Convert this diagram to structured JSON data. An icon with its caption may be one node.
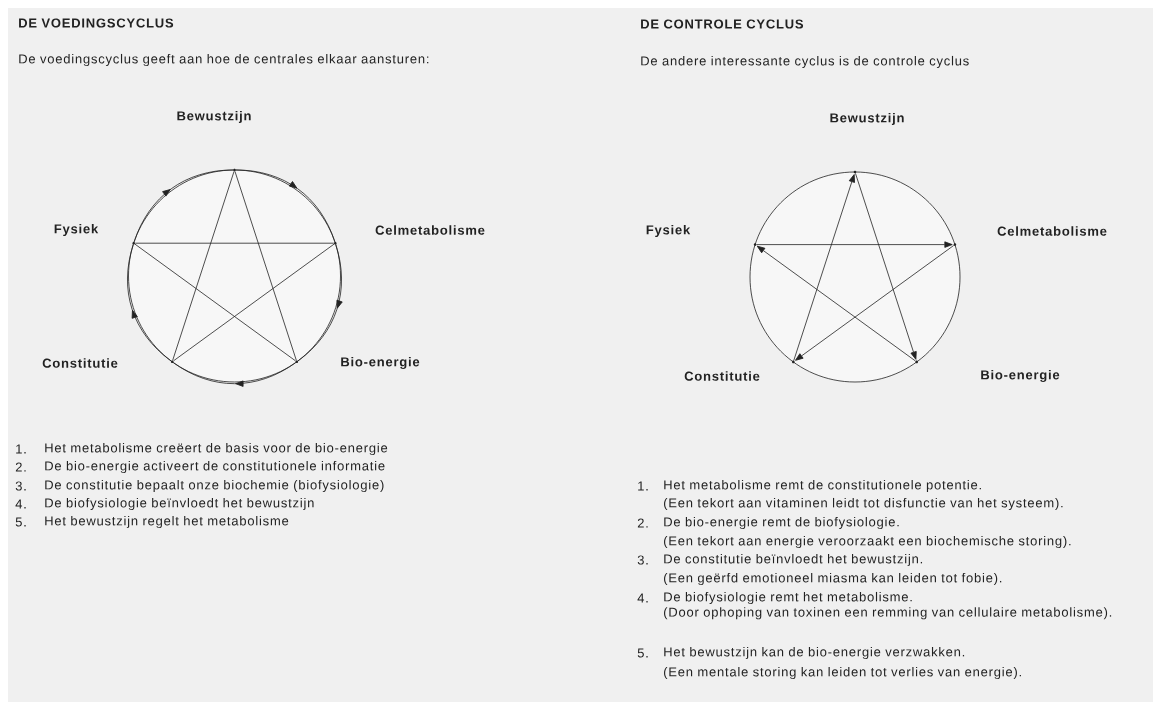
{
  "diagram": {
    "nodes": [
      {
        "text": [],
        "shape": "point"
      },
      {
        "text": [],
        "shape": "point"
      },
      {
        "text": [],
        "shape": "point"
      },
      {
        "text": [],
        "shape": "point"
      },
      {
        "text": [],
        "shape": "point"
      },
      {
        "text": [],
        "shape": "point"
      },
      {
        "text": [],
        "shape": "point"
      },
      {
        "text": [],
        "shape": "point"
      },
      {
        "text": [],
        "shape": "point"
      },
      {
        "text": [],
        "shape": "point"
      }
    ],
    "edges": [
      {
        "from": 0,
        "to": 2,
        "arrow": "to"
      },
      {
        "from": 2,
        "to": 4,
        "arrow": "to"
      },
      {
        "from": 4,
        "to": 3,
        "arrow": "to"
      },
      {
        "from": 3,
        "to": 1,
        "arrow": "to"
      },
      {
        "from": 1,
        "to": 0,
        "arrow": "to"
      },
      {
        "from": 0,
        "to": 3,
        "arrow": "none"
      },
      {
        "from": 0,
        "to": 4,
        "arrow": "none"
      },
      {
        "from": 1,
        "to": 2,
        "arrow": "none"
      },
      {
        "from": 1,
        "to": 4,
        "arrow": "none"
      },
      {
        "from": 2,
        "to": 3,
        "arrow": "none"
      },
      {
        "from": 8,
        "to": 5,
        "arrow": "to"
      },
      {
        "from": 5,
        "to": 9,
        "arrow": "to"
      },
      {
        "from": 9,
        "to": 6,
        "arrow": "to"
      },
      {
        "from": 6,
        "to": 7,
        "arrow": "to"
      },
      {
        "from": 7,
        "to": 8,
        "arrow": "to"
      }
    ],
    "labels": [
      "DE VOEDINGSCYCLUS",
      "De voedingscyclus geeft aan hoe de centrales elkaar aansturen:",
      "Bewustzijn",
      "Fysiek",
      "Celmetabolisme",
      "Constitutie",
      "Bio-energie",
      "1.",
      "Het metabolisme creëert de basis voor de bio-energie",
      "2.",
      "De bio-energie activeert de constitutionele informatie",
      "3.",
      "De constitutie bepaalt onze biochemie (biofysiologie)",
      "4.",
      "De biofysiologie beïnvloedt het bewustzijn",
      "5.",
      "Het bewustzijn regelt het metabolisme",
      "DE CONTROLE CYCLUS",
      "De andere interessante cyclus is de controle cyclus",
      "Bewustzijn",
      "Fysiek",
      "Celmetabolisme",
      "Constitutie",
      "Bio-energie",
      "1.",
      "Het metabolisme remt de constitutionele potentie.",
      "(Een tekort aan vitaminen leidt tot disfunctie van het systeem).",
      "2.",
      "De bio-energie remt de biofysiologie.",
      "(Een tekort aan energie veroorzaakt een biochemische storing).",
      "3.",
      "De constitutie beïnvloedt het bewustzijn.",
      "(Een geërfd emotioneel miasma kan leiden tot fobie).",
      "4.",
      "De biofysiologie remt het metabolisme.",
      "(Door ophoping van toxinen een remming van cellulaire metabolisme).",
      "5.",
      "Het bewustzijn kan de bio-energie verzwakken.",
      "(Een mentale storing kan leiden tot verlies van energie)."
    ]
  }
}
